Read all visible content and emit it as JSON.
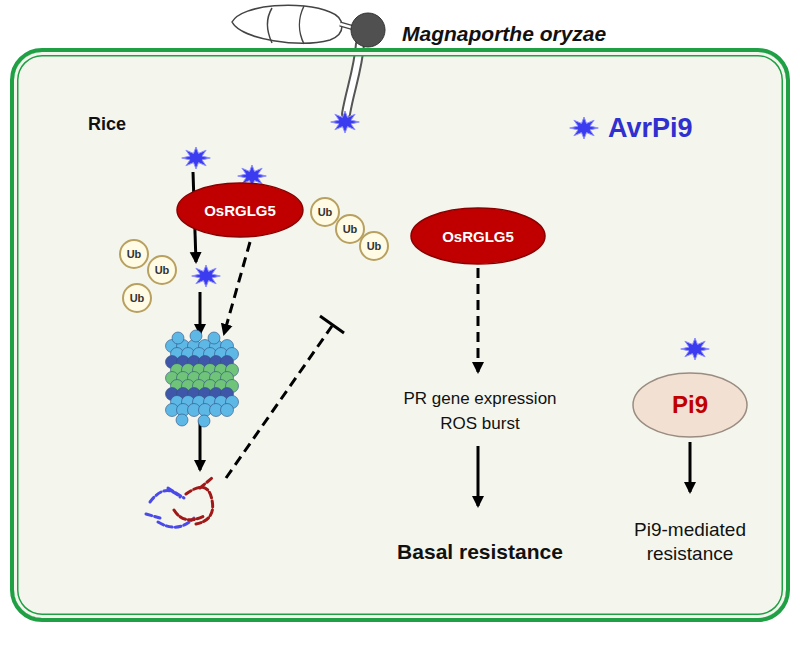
{
  "diagram": {
    "nodes": [
      {
        "text": [
          "Rice"
        ]
      },
      {
        "text": [
          "OsRGLG5"
        ],
        "in": 0
      },
      {
        "text": [
          "Ub"
        ],
        "in": 0
      },
      {
        "text": [
          "Ub"
        ],
        "in": 0
      },
      {
        "text": [
          "Ub"
        ],
        "in": 0
      },
      {
        "text": [
          "OsRGLG5"
        ],
        "in": 0
      },
      {
        "text": [
          "Ub"
        ],
        "in": 0
      },
      {
        "text": [
          "Ub"
        ],
        "in": 0
      },
      {
        "text": [
          "Ub"
        ],
        "in": 0
      },
      {
        "text": [
          "Pi9"
        ],
        "in": 0
      }
    ],
    "labels": [
      "Magnaporthe oryzae",
      "PR gene expression ROS burst",
      "Basal resistance",
      "Pi9-mediated resistance"
    ],
    "legend": [
      {
        "text": "AvrPi9"
      }
    ]
  }
}
